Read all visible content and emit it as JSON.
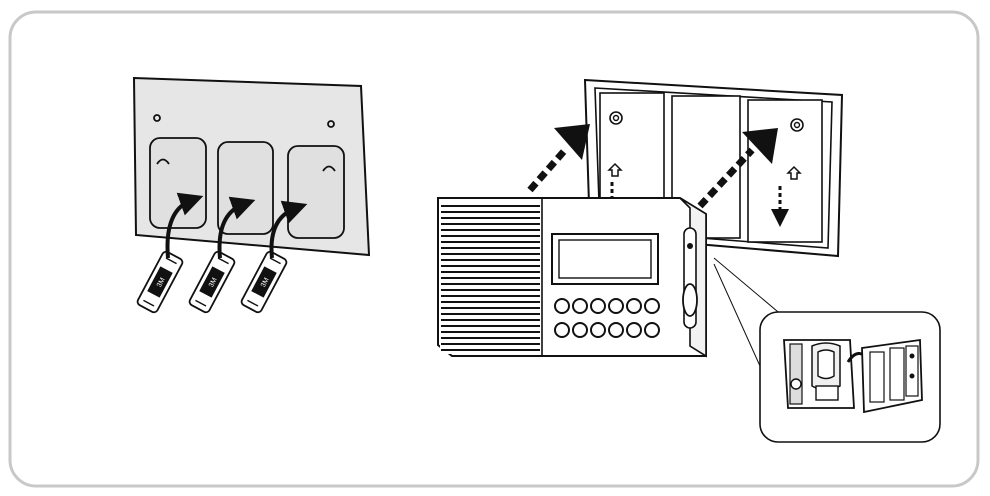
{
  "illustration": {
    "type": "installation-diagram",
    "frame_color": "#c8c8c8",
    "line_color": "#111111",
    "panel_fill": "#e8e8e8",
    "white": "#ffffff",
    "tape_labels": [
      "3M",
      "3M",
      "3M"
    ],
    "icons": [
      "adhesive-tape-icon",
      "curved-arrow-icon",
      "dashed-arrow-icon",
      "mount-hook-icon"
    ]
  }
}
